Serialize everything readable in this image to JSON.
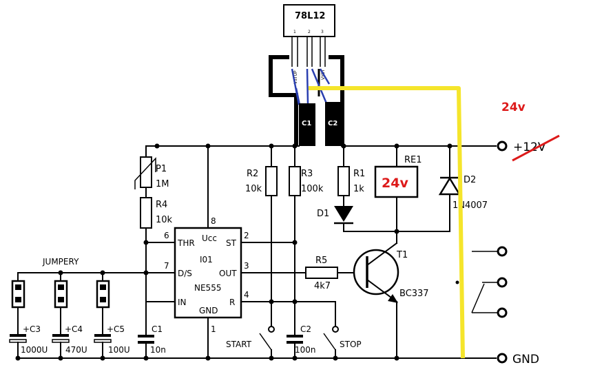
{
  "regulator": {
    "name": "78L12",
    "pin1": "1",
    "pin2": "2",
    "pin3": "3",
    "pin_left": "VSTUP",
    "pin_right": "VYST"
  },
  "overlay": {
    "voltage_label": "24v",
    "relay_label": "24v",
    "wire_color": "#f5e52b",
    "mark_color": "#dd1a1a",
    "lead_color": "#2a3fb0"
  },
  "caps_top": {
    "c1": "C1",
    "c2": "C2"
  },
  "terminals": {
    "plus": "+12V",
    "gnd": "GND"
  },
  "ic": {
    "ucc": "Ucc",
    "thr": "THR",
    "ds": "D/S",
    "in": "IN",
    "st": "ST",
    "out": "OUT",
    "r": "R",
    "gnd": "GND",
    "name1": "I01",
    "name2": "NE555",
    "p8": "8",
    "p6": "6",
    "p7": "7",
    "p2": "2",
    "p3": "3",
    "p4": "4",
    "p1": "1"
  },
  "parts": {
    "p1": "P1",
    "p1v": "1M",
    "r4": "R4",
    "r4v": "10k",
    "r2": "R2",
    "r2v": "10k",
    "r3": "R3",
    "r3v": "100k",
    "r1": "R1",
    "r1v": "1k",
    "re1": "RE1",
    "d2": "D2",
    "d2v": "1N4007",
    "d1": "D1",
    "r5": "R5",
    "r5v": "4k7",
    "t1": "T1",
    "t1v": "BC337",
    "jumpery": "JUMPERY",
    "c3": "+C3",
    "c3v": "1000U",
    "c4": "+C4",
    "c4v": "470U",
    "c5": "+C5",
    "c5v": "100U",
    "c1": "C1",
    "c1v": "10n",
    "c2": "C2",
    "c2v": "100n",
    "start": "START",
    "stop": "STOP"
  }
}
